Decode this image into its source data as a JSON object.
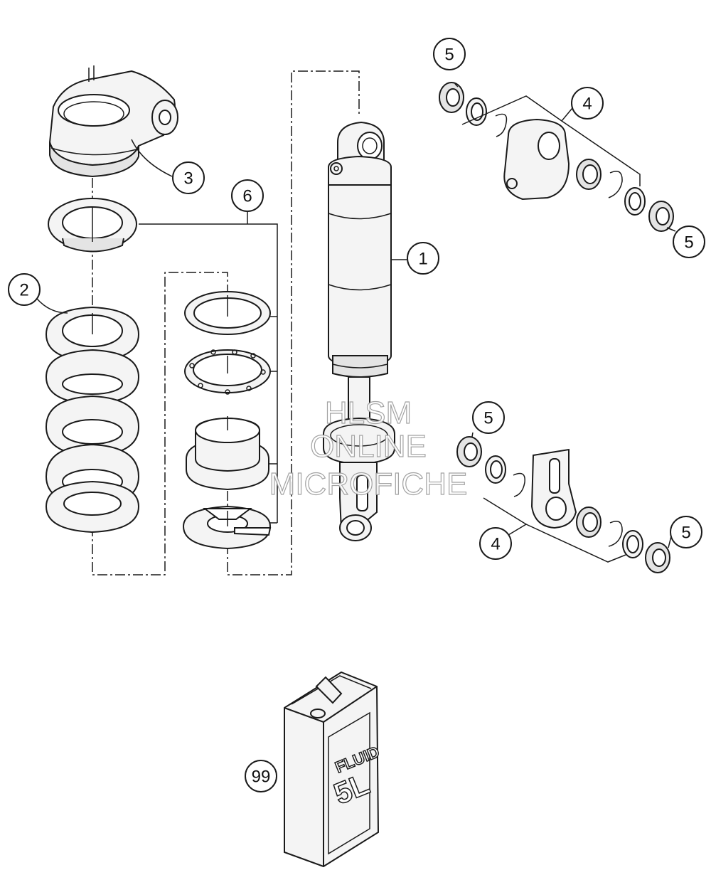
{
  "callouts": [
    {
      "id": "c1",
      "label": "1"
    },
    {
      "id": "c2",
      "label": "2"
    },
    {
      "id": "c3",
      "label": "3"
    },
    {
      "id": "c4a",
      "label": "4"
    },
    {
      "id": "c4b",
      "label": "4"
    },
    {
      "id": "c5a",
      "label": "5"
    },
    {
      "id": "c5b",
      "label": "5"
    },
    {
      "id": "c5c",
      "label": "5"
    },
    {
      "id": "c5d",
      "label": "5"
    },
    {
      "id": "c6",
      "label": "6"
    },
    {
      "id": "c99",
      "label": "99"
    }
  ],
  "watermark": {
    "line1": "HLSM",
    "line2": "ONLINE",
    "line3": "MICROFICHE"
  },
  "fluid_can": {
    "label_top": "FLUID",
    "label_bottom": "5L"
  }
}
